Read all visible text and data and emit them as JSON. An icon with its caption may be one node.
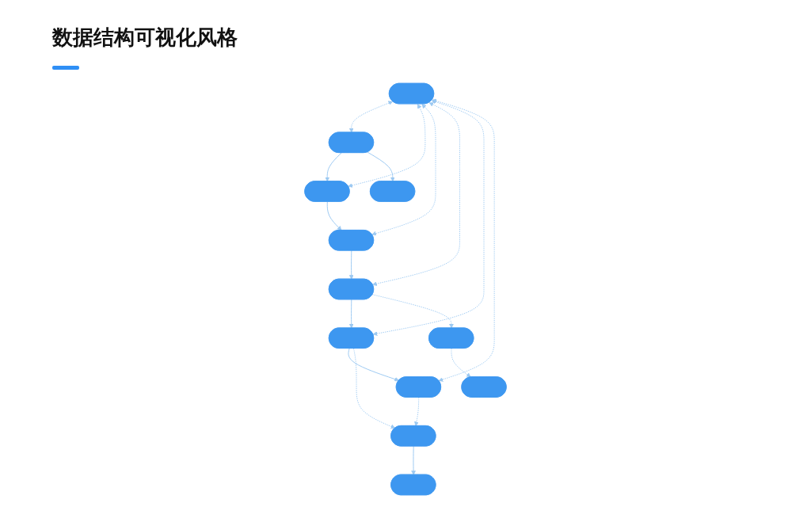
{
  "diagram": {
    "title": "数据结构可视化风格",
    "nodes": [
      {
        "text": [],
        "shape": "box"
      },
      {
        "text": [],
        "shape": "box"
      },
      {
        "text": [],
        "shape": "box"
      },
      {
        "text": [],
        "shape": "box"
      },
      {
        "text": [],
        "shape": "box"
      },
      {
        "text": [],
        "shape": "box"
      },
      {
        "text": [],
        "shape": "box"
      },
      {
        "text": [],
        "shape": "box"
      },
      {
        "text": [],
        "shape": "box"
      },
      {
        "text": [],
        "shape": "box"
      },
      {
        "text": [],
        "shape": "box"
      },
      {
        "text": [],
        "shape": "box"
      }
    ],
    "edges": [
      {
        "from": 0,
        "to": 1,
        "arrow": "both",
        "style": "dashed"
      },
      {
        "from": 0,
        "to": 2,
        "arrow": "both",
        "style": "dashed"
      },
      {
        "from": 0,
        "to": 3,
        "arrow": "both",
        "style": "dashed"
      },
      {
        "from": 0,
        "to": 4,
        "arrow": "both",
        "style": "dashed"
      },
      {
        "from": 0,
        "to": 5,
        "arrow": "both",
        "style": "dashed"
      },
      {
        "from": 0,
        "to": 6,
        "arrow": "both",
        "style": "dashed"
      },
      {
        "from": 1,
        "to": 2,
        "arrow": "to"
      },
      {
        "from": 2,
        "to": 3,
        "arrow": "to"
      },
      {
        "from": 3,
        "to": 4,
        "arrow": "to"
      },
      {
        "from": 4,
        "to": 5,
        "arrow": "to"
      },
      {
        "from": 5,
        "to": 6,
        "arrow": "to"
      },
      {
        "from": 1,
        "to": 7,
        "arrow": "to"
      },
      {
        "from": 4,
        "to": 9,
        "arrow": "to",
        "style": "dashed"
      },
      {
        "from": 9,
        "to": 11,
        "arrow": "to",
        "style": "dashed"
      },
      {
        "from": 5,
        "to": 8,
        "arrow": "to",
        "style": "dashed"
      },
      {
        "from": 6,
        "to": 8,
        "arrow": "to",
        "style": "dashed"
      },
      {
        "from": 8,
        "to": 10,
        "arrow": "to"
      }
    ]
  }
}
